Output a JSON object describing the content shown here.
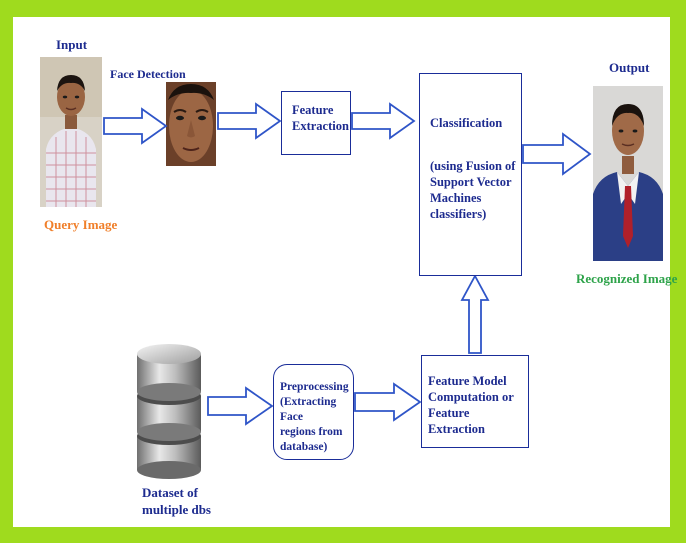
{
  "labels": {
    "input": "Input",
    "face_detection": "Face Detection",
    "query_image": "Query Image",
    "output": "Output",
    "recognized_image": "Recognized Image",
    "dataset": "Dataset of\nmultiple dbs"
  },
  "boxes": {
    "feature_extraction": "Feature\nExtraction",
    "classification_title": "Classification",
    "classification_detail": "(using Fusion of\nSupport Vector\nMachines\nclassifiers)",
    "preprocessing": "Preprocessing\n(Extracting Face\nregions from\ndatabase)",
    "feature_model": "Feature Model\nComputation or\nFeature Extraction"
  },
  "colors": {
    "frame": "#9fdb1e",
    "label_text": "#1d2b8f",
    "box_border": "#1a2d99",
    "arrow": "#2f55c8",
    "query_label": "#f07f2a",
    "recognized_label": "#2ea34a"
  },
  "icons": {
    "database": "database-icon",
    "query_photo": "person-photo",
    "face_crop": "face-photo",
    "output_photo": "person-photo"
  }
}
